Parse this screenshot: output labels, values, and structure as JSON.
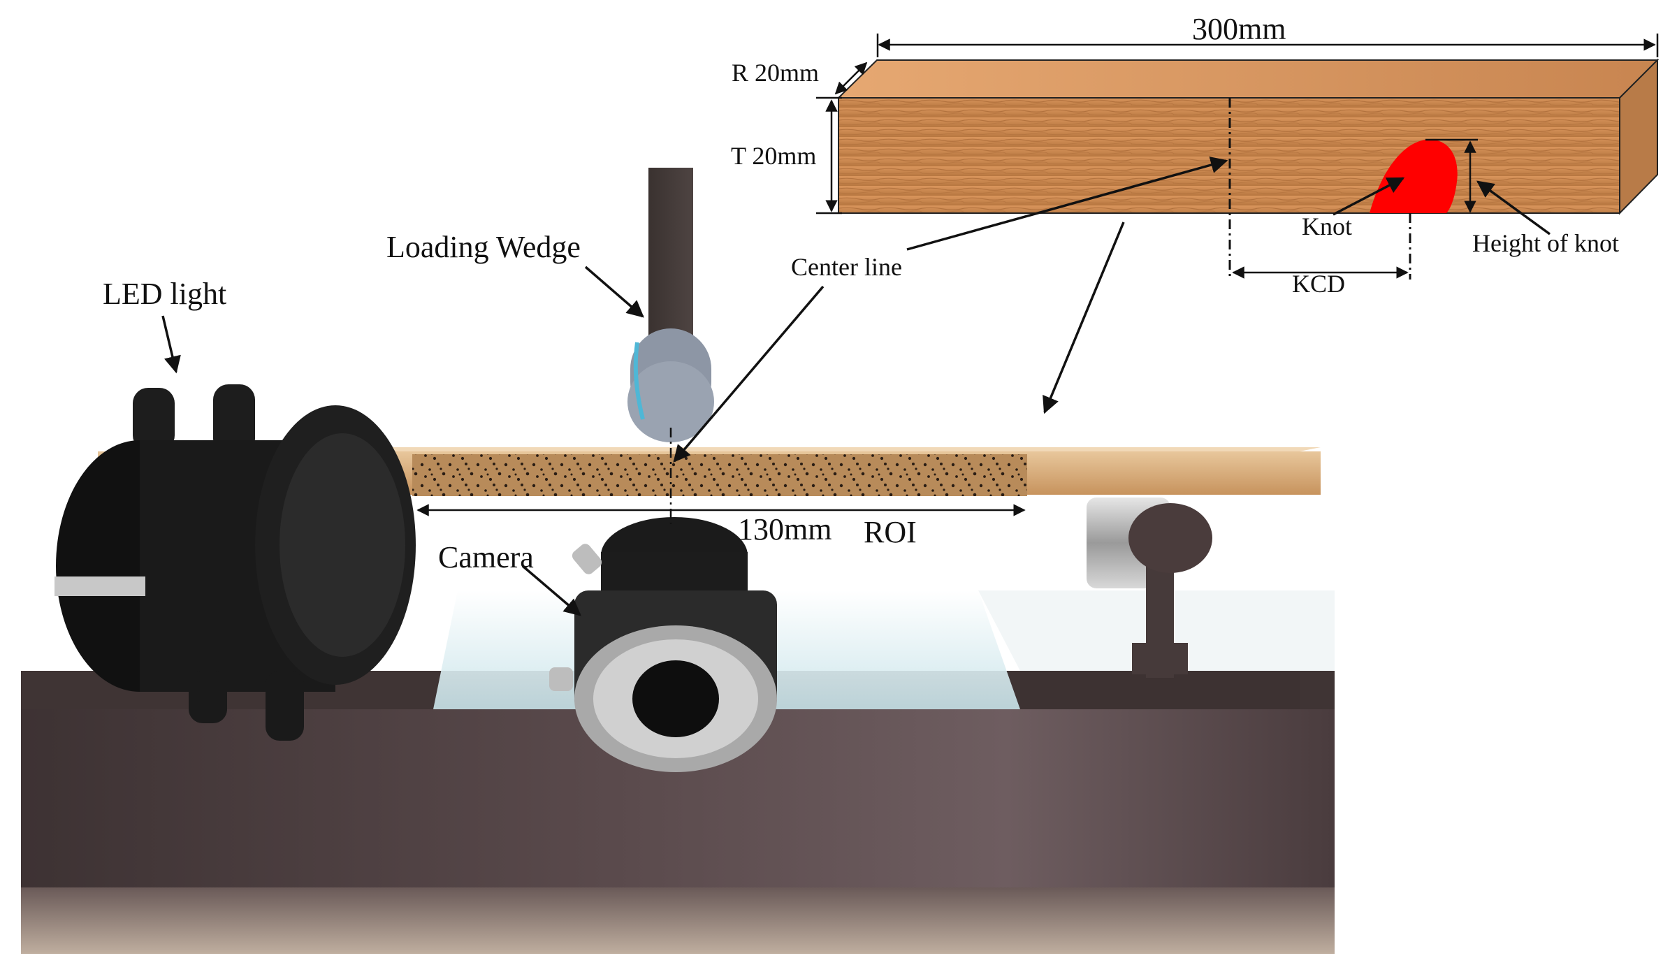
{
  "labels": {
    "loading_wedge": "Loading Wedge",
    "led_light": "LED light",
    "center_line": "Center line",
    "camera": "Camera",
    "roi_length": "130mm",
    "roi": "ROI",
    "specimen_length": "300mm",
    "radial": "R 20mm",
    "tangential": "T 20mm",
    "knot": "Knot",
    "height_of_knot": "Height of knot",
    "kcd": "KCD"
  },
  "colors": {
    "knot": "#ff0000",
    "wood": "#c98a55",
    "table": "#4a3b3c",
    "camera_body": "#1c1c1c"
  }
}
